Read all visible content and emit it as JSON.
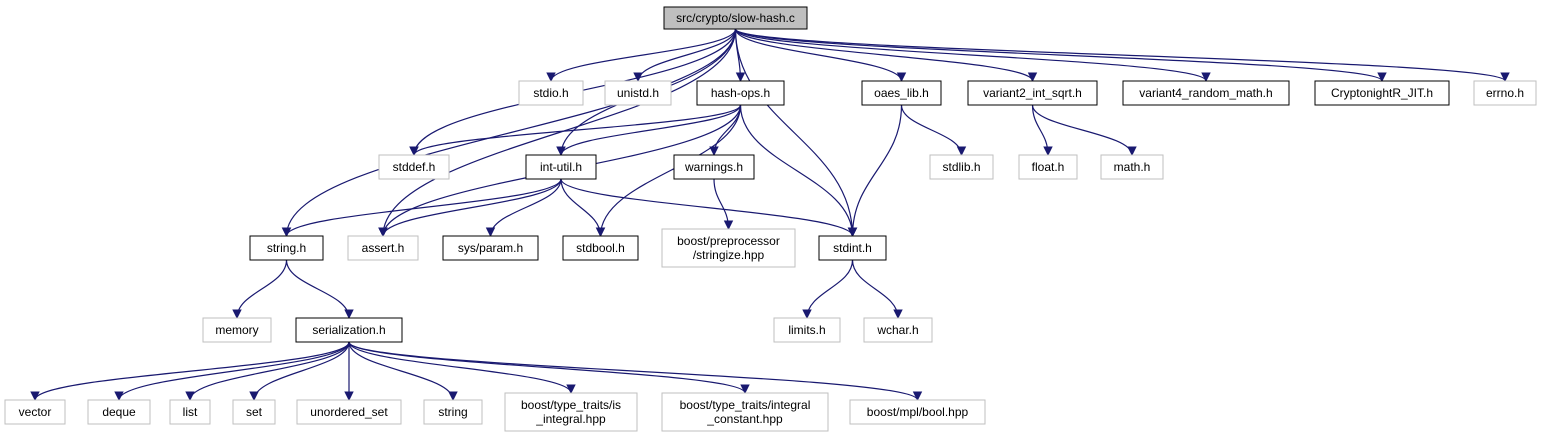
{
  "colors": {
    "edge": "#191970",
    "documented_border": "#000000",
    "undocumented_border": "#bfbfbf",
    "root_fill": "#bfbfbf",
    "node_fill": "#ffffff",
    "label": "#000000"
  },
  "graph": {
    "nodes": [
      {
        "id": "root",
        "label": "src/crypto/slow-hash.c",
        "kind": "root"
      },
      {
        "id": "stdio",
        "label": "stdio.h",
        "kind": "undocumented"
      },
      {
        "id": "unistd",
        "label": "unistd.h",
        "kind": "undocumented"
      },
      {
        "id": "hashops",
        "label": "hash-ops.h",
        "kind": "documented"
      },
      {
        "id": "oaes",
        "label": "oaes_lib.h",
        "kind": "documented"
      },
      {
        "id": "v2sqrt",
        "label": "variant2_int_sqrt.h",
        "kind": "documented"
      },
      {
        "id": "v4rand",
        "label": "variant4_random_math.h",
        "kind": "documented"
      },
      {
        "id": "cnjit",
        "label": "CryptonightR_JIT.h",
        "kind": "documented"
      },
      {
        "id": "errno",
        "label": "errno.h",
        "kind": "undocumented"
      },
      {
        "id": "stddef",
        "label": "stddef.h",
        "kind": "undocumented"
      },
      {
        "id": "intutil",
        "label": "int-util.h",
        "kind": "documented"
      },
      {
        "id": "warnings",
        "label": "warnings.h",
        "kind": "documented"
      },
      {
        "id": "stdlib",
        "label": "stdlib.h",
        "kind": "undocumented"
      },
      {
        "id": "float",
        "label": "float.h",
        "kind": "undocumented"
      },
      {
        "id": "math",
        "label": "math.h",
        "kind": "undocumented"
      },
      {
        "id": "string",
        "label": "string.h",
        "kind": "documented"
      },
      {
        "id": "assert",
        "label": "assert.h",
        "kind": "undocumented"
      },
      {
        "id": "sysparam",
        "label": "sys/param.h",
        "kind": "documented"
      },
      {
        "id": "stdbool",
        "label": "stdbool.h",
        "kind": "documented"
      },
      {
        "id": "bpp",
        "label": [
          "boost/preprocessor",
          "/stringize.hpp"
        ],
        "kind": "undocumented"
      },
      {
        "id": "stdint",
        "label": "stdint.h",
        "kind": "documented"
      },
      {
        "id": "memory",
        "label": "memory",
        "kind": "undocumented"
      },
      {
        "id": "serial",
        "label": "serialization.h",
        "kind": "documented"
      },
      {
        "id": "limits",
        "label": "limits.h",
        "kind": "undocumented"
      },
      {
        "id": "wchar",
        "label": "wchar.h",
        "kind": "undocumented"
      },
      {
        "id": "vector",
        "label": "vector",
        "kind": "undocumented"
      },
      {
        "id": "deque",
        "label": "deque",
        "kind": "undocumented"
      },
      {
        "id": "list",
        "label": "list",
        "kind": "undocumented"
      },
      {
        "id": "set",
        "label": "set",
        "kind": "undocumented"
      },
      {
        "id": "uset",
        "label": "unordered_set",
        "kind": "undocumented"
      },
      {
        "id": "stringcpp",
        "label": "string",
        "kind": "undocumented"
      },
      {
        "id": "isintegral",
        "label": [
          "boost/type_traits/is",
          "_integral.hpp"
        ],
        "kind": "undocumented"
      },
      {
        "id": "intconst",
        "label": [
          "boost/type_traits/integral",
          "_constant.hpp"
        ],
        "kind": "undocumented"
      },
      {
        "id": "mplbool",
        "label": "boost/mpl/bool.hpp",
        "kind": "undocumented"
      }
    ],
    "edges": [
      [
        "root",
        "stdio"
      ],
      [
        "root",
        "unistd"
      ],
      [
        "root",
        "hashops"
      ],
      [
        "root",
        "oaes"
      ],
      [
        "root",
        "v2sqrt"
      ],
      [
        "root",
        "v4rand"
      ],
      [
        "root",
        "cnjit"
      ],
      [
        "root",
        "errno"
      ],
      [
        "root",
        "stddef"
      ],
      [
        "root",
        "intutil"
      ],
      [
        "root",
        "string"
      ],
      [
        "root",
        "assert"
      ],
      [
        "root",
        "stdint"
      ],
      [
        "hashops",
        "stddef"
      ],
      [
        "hashops",
        "intutil"
      ],
      [
        "hashops",
        "warnings"
      ],
      [
        "hashops",
        "assert"
      ],
      [
        "hashops",
        "stdbool"
      ],
      [
        "hashops",
        "stdint"
      ],
      [
        "intutil",
        "string"
      ],
      [
        "intutil",
        "assert"
      ],
      [
        "intutil",
        "sysparam"
      ],
      [
        "intutil",
        "stdbool"
      ],
      [
        "intutil",
        "stdint"
      ],
      [
        "warnings",
        "bpp"
      ],
      [
        "oaes",
        "stdlib"
      ],
      [
        "oaes",
        "stdint"
      ],
      [
        "v2sqrt",
        "float"
      ],
      [
        "v2sqrt",
        "math"
      ],
      [
        "string",
        "memory"
      ],
      [
        "string",
        "serial"
      ],
      [
        "stdint",
        "limits"
      ],
      [
        "stdint",
        "wchar"
      ],
      [
        "serial",
        "vector"
      ],
      [
        "serial",
        "deque"
      ],
      [
        "serial",
        "list"
      ],
      [
        "serial",
        "set"
      ],
      [
        "serial",
        "uset"
      ],
      [
        "serial",
        "stringcpp"
      ],
      [
        "serial",
        "isintegral"
      ],
      [
        "serial",
        "intconst"
      ],
      [
        "serial",
        "mplbool"
      ]
    ]
  }
}
